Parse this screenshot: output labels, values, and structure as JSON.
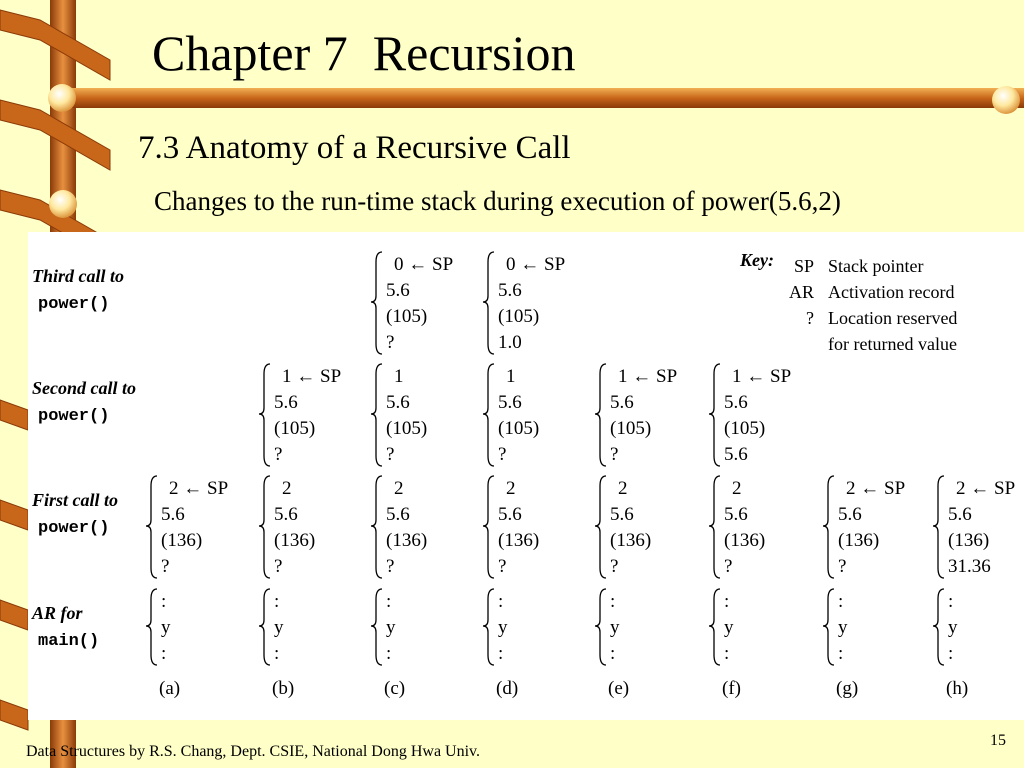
{
  "slide": {
    "title": "Chapter 7  Recursion",
    "subtitle": "7.3 Anatomy of a Recursive Call",
    "caption": "Changes to the run-time stack during execution of power(5.6,2)",
    "footer": "Data Structures by R.S. Chang, Dept. CSIE, National Dong Hwa Univ.",
    "page_number": "15"
  },
  "figure": {
    "rows": [
      {
        "label_line1": "Third call to",
        "label_line2": "power()"
      },
      {
        "label_line1": "Second call to",
        "label_line2": "power()"
      },
      {
        "label_line1": "First call to",
        "label_line2": "power()"
      },
      {
        "label_line1": "AR for",
        "label_line2": "main()"
      }
    ],
    "columns": [
      "(a)",
      "(b)",
      "(c)",
      "(d)",
      "(e)",
      "(f)",
      "(g)",
      "(h)"
    ],
    "stacks": [
      {
        "col": 2,
        "row": 0,
        "lines": [
          "0 ← SP",
          "5.6",
          "(105)",
          "?"
        ]
      },
      {
        "col": 3,
        "row": 0,
        "lines": [
          "0 ← SP",
          "5.6",
          "(105)",
          "1.0"
        ]
      },
      {
        "col": 1,
        "row": 1,
        "lines": [
          "1 ← SP",
          "5.6",
          "(105)",
          "?"
        ]
      },
      {
        "col": 2,
        "row": 1,
        "lines": [
          "1",
          "5.6",
          "(105)",
          "?"
        ]
      },
      {
        "col": 3,
        "row": 1,
        "lines": [
          "1",
          "5.6",
          "(105)",
          "?"
        ]
      },
      {
        "col": 4,
        "row": 1,
        "lines": [
          "1 ← SP",
          "5.6",
          "(105)",
          "?"
        ]
      },
      {
        "col": 5,
        "row": 1,
        "lines": [
          "1 ← SP",
          "5.6",
          "(105)",
          "5.6"
        ]
      },
      {
        "col": 0,
        "row": 2,
        "lines": [
          "2 ← SP",
          "5.6",
          "(136)",
          "?"
        ]
      },
      {
        "col": 1,
        "row": 2,
        "lines": [
          "2",
          "5.6",
          "(136)",
          "?"
        ]
      },
      {
        "col": 2,
        "row": 2,
        "lines": [
          "2",
          "5.6",
          "(136)",
          "?"
        ]
      },
      {
        "col": 3,
        "row": 2,
        "lines": [
          "2",
          "5.6",
          "(136)",
          "?"
        ]
      },
      {
        "col": 4,
        "row": 2,
        "lines": [
          "2",
          "5.6",
          "(136)",
          "?"
        ]
      },
      {
        "col": 5,
        "row": 2,
        "lines": [
          "2",
          "5.6",
          "(136)",
          "?"
        ]
      },
      {
        "col": 6,
        "row": 2,
        "lines": [
          "2 ← SP",
          "5.6",
          "(136)",
          "?"
        ]
      },
      {
        "col": 7,
        "row": 2,
        "lines": [
          "2 ← SP",
          "5.6",
          "(136)",
          "31.36"
        ]
      },
      {
        "col": 0,
        "row": 3,
        "lines": [
          ":",
          "y",
          ":"
        ]
      },
      {
        "col": 1,
        "row": 3,
        "lines": [
          ":",
          "y",
          ":"
        ]
      },
      {
        "col": 2,
        "row": 3,
        "lines": [
          ":",
          "y",
          ":"
        ]
      },
      {
        "col": 3,
        "row": 3,
        "lines": [
          ":",
          "y",
          ":"
        ]
      },
      {
        "col": 4,
        "row": 3,
        "lines": [
          ":",
          "y",
          ":"
        ]
      },
      {
        "col": 5,
        "row": 3,
        "lines": [
          ":",
          "y",
          ":"
        ]
      },
      {
        "col": 6,
        "row": 3,
        "lines": [
          ":",
          "y",
          ":"
        ]
      },
      {
        "col": 7,
        "row": 3,
        "lines": [
          ":",
          "y",
          ":"
        ]
      }
    ],
    "key": {
      "header": "Key:",
      "entries": [
        {
          "symbol": "SP",
          "text": "Stack pointer"
        },
        {
          "symbol": "AR",
          "text": "Activation record"
        },
        {
          "symbol": "?",
          "text": "Location reserved"
        },
        {
          "symbol": "",
          "text": "for returned value"
        }
      ]
    }
  },
  "colors": {
    "background": "#ffffc8",
    "bar": "#c86a14",
    "bar_highlight": "#f0a040",
    "knob": "#fff2b0",
    "figure_bg": "#ffffff"
  }
}
